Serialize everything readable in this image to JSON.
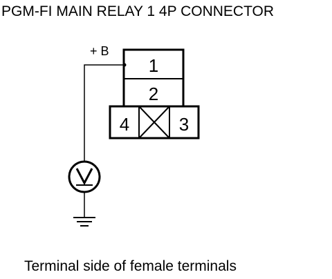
{
  "title": "PGM-FI MAIN RELAY 1 4P CONNECTOR",
  "caption": "Terminal side of female terminals",
  "supply_label": "+ B",
  "terminals": {
    "t1": "1",
    "t2": "2",
    "t3": "3",
    "t4": "4"
  },
  "icons": {
    "meter": "voltmeter-icon",
    "ground": "ground-icon",
    "blank_cavity": "crossed-box-icon"
  }
}
